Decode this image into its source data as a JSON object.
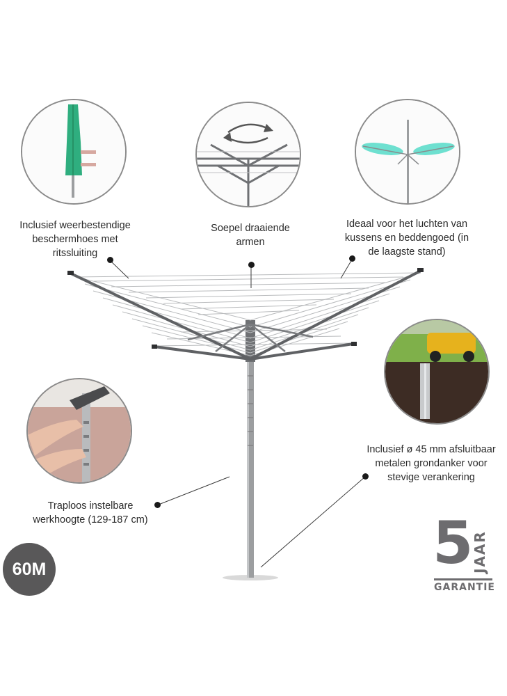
{
  "features": {
    "cover": {
      "text_line1": "Inclusief weerbestendige",
      "text_line2": "beschermhoes met",
      "text_line3": "ritssluiting"
    },
    "rotation": {
      "text_line1": "Soepel draaiende",
      "text_line2": "armen"
    },
    "airing": {
      "text_line1": "Ideaal voor het luchten van",
      "text_line2": "kussens en beddengoed (in",
      "text_line3": "de laagste stand)"
    },
    "anchor": {
      "text_line1": "Inclusief ø 45 mm afsluitbaar",
      "text_line2": "metalen grondanker voor",
      "text_line3": "stevige verankering"
    },
    "height": {
      "text_line1": "Traploos instelbare",
      "text_line2": "werkhoogte (129-187 cm)"
    }
  },
  "badge": {
    "label": "60M"
  },
  "warranty": {
    "number": "5",
    "word": "JAAR",
    "label": "GARANTIE"
  },
  "colors": {
    "accent_green": "#2fae7f",
    "badge_gray": "#595859",
    "warranty_gray": "#6d6c6f"
  }
}
